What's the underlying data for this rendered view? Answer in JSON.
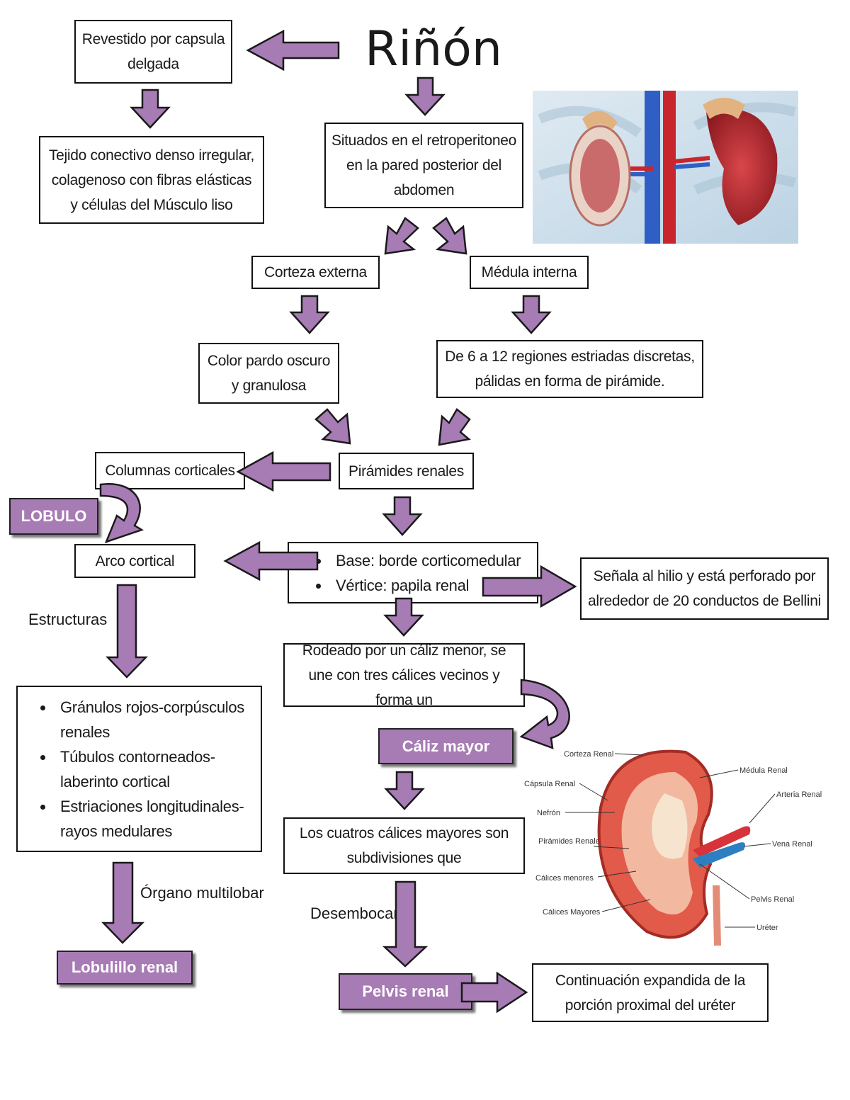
{
  "title": "Riñón",
  "boxes": {
    "capsula": "Revestido por capsula delgada",
    "tejido": "Tejido conectivo denso irregular, colagenoso con fibras elásticas y células del Músculo liso",
    "situados": "Situados en el retroperitoneo en la pared posterior del abdomen",
    "corteza": "Corteza externa",
    "medula": "Médula interna",
    "color": "Color pardo oscuro y granulosa",
    "regiones": "De 6 a 12 regiones estriadas discretas, pálidas en forma de pirámide.",
    "columnas": "Columnas corticales",
    "piramides": "Pirámides renales",
    "arco": "Arco cortical",
    "senala": "Señala al hilio y está perforado por alrededor de 20 conductos de Bellini",
    "rodeado": "Rodeado por un cáliz menor, se une con tres cálices vecinos y forma un",
    "cuatro": "Los cuatros cálices mayores son subdivisiones que",
    "continuacion": "Continuación expandida de la porción proximal del uréter"
  },
  "base_vertice": [
    "Base: borde corticomedular",
    "Vértice: papila renal"
  ],
  "estructuras_list": [
    "Gránulos rojos-corpúsculos renales",
    "Túbulos contorneados-laberinto cortical",
    "Estriaciones longitudinales-rayos medulares"
  ],
  "purple_labels": {
    "lobulo": "LOBULO",
    "caliz": "Cáliz mayor",
    "lobulillo": "Lobulillo renal",
    "pelvis": "Pelvis renal"
  },
  "labels": {
    "estructuras": "Estructuras",
    "organo": "Órgano multilobar",
    "desembocan": "Desembocan"
  },
  "diagram_labels": {
    "corteza": "Corteza Renal",
    "capsula": "Cápsula Renal",
    "nefron": "Nefrón",
    "piramides": "Pirámides Renales",
    "calices_menores": "Cálices menores",
    "calices_mayores": "Cálices Mayores",
    "medula": "Médula Renal",
    "arteria": "Arteria Renal",
    "vena": "Vena Renal",
    "pelvis": "Pelvis Renal",
    "ureter": "Uréter"
  },
  "colors": {
    "arrow_fill": "#a77bb4",
    "arrow_stroke": "#1a1a1a",
    "label_fill": "#a77bb4"
  }
}
